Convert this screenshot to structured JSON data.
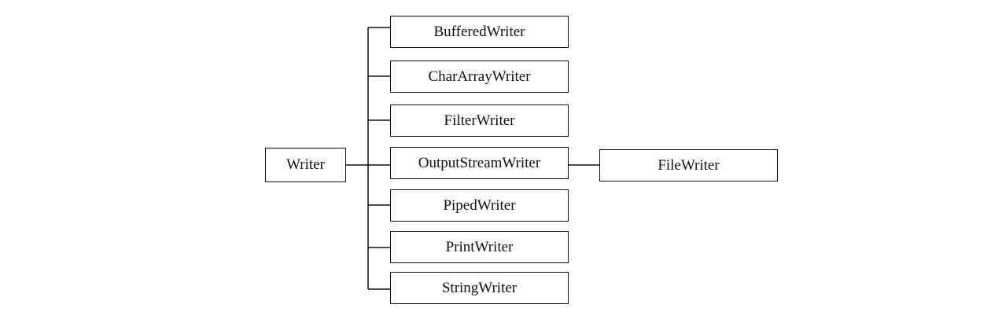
{
  "diagram": {
    "root": {
      "label": "Writer"
    },
    "children": [
      {
        "label": "BufferedWriter"
      },
      {
        "label": "CharArrayWriter"
      },
      {
        "label": "FilterWriter"
      },
      {
        "label": "OutputStreamWriter"
      },
      {
        "label": "PipedWriter"
      },
      {
        "label": "PrintWriter"
      },
      {
        "label": "StringWriter"
      }
    ],
    "grandchild": {
      "parent": "OutputStreamWriter",
      "label": "FileWriter"
    },
    "colors": {
      "stroke": "#111111",
      "background": "#ffffff"
    }
  }
}
